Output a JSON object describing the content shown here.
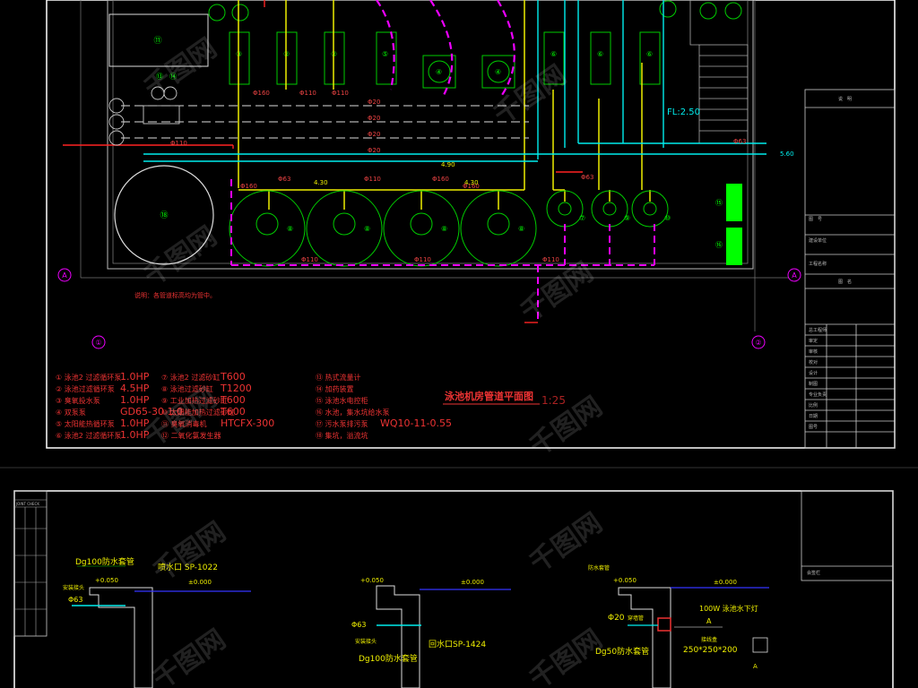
{
  "sheet1": {
    "title": "泳池机房管道平面图",
    "scale": "1:25",
    "note": "说明：各管道标高均为管中。",
    "level_label": "FL:2.50",
    "elevations": [
      "4.30",
      "4.90",
      "4.30",
      "5.60"
    ],
    "pipe_labels": [
      "Φ160",
      "Φ110",
      "Φ110",
      "Φ63",
      "Φ110",
      "Φ160",
      "Φ160",
      "Φ63",
      "Φ110",
      "Φ110",
      "Φ110",
      "Φ160",
      "Φ63",
      "Φ110",
      "Φ20",
      "Φ20",
      "Φ20",
      "Φ20"
    ],
    "legend": [
      {
        "n": "①",
        "text": "泳池2 过滤循环泵",
        "spec": "1.0HP"
      },
      {
        "n": "②",
        "text": "泳池过滤循环泵",
        "spec": "4.5HP"
      },
      {
        "n": "③",
        "text": "臭氧投水泵",
        "spec": "1.0HP"
      },
      {
        "n": "④",
        "text": "双泵泵",
        "spec": "GD65-30 1.0"
      },
      {
        "n": "⑤",
        "text": "太阳能热循环泵",
        "spec": "1.0HP"
      },
      {
        "n": "⑥",
        "text": "泳池2 过滤循环泵",
        "spec": "1.0HP"
      },
      {
        "n": "⑦",
        "text": "泳池2 过滤砂缸",
        "spec": "T600"
      },
      {
        "n": "⑧",
        "text": "泳池过滤砂缸",
        "spec": "T1200"
      },
      {
        "n": "⑨",
        "text": "工业加热过滤砂缸",
        "spec": "T600"
      },
      {
        "n": "⑩",
        "text": "太阳能加热过滤砂缸",
        "spec": "T600"
      },
      {
        "n": "⑪",
        "text": "臭氧消毒机",
        "spec": "HTCFX-300"
      },
      {
        "n": "⑫",
        "text": "二氧化氯发生器",
        "spec": ""
      },
      {
        "n": "⑬",
        "text": "热式流量计",
        "spec": ""
      },
      {
        "n": "⑭",
        "text": "加药装置",
        "spec": ""
      },
      {
        "n": "⑮",
        "text": "泳池水电控柜",
        "spec": ""
      },
      {
        "n": "⑯",
        "text": "水池，集水坑给水泵",
        "spec": ""
      },
      {
        "n": "⑰",
        "text": "污水泵排污泵",
        "spec": "WQ10-11-0.55"
      },
      {
        "n": "⑱",
        "text": "集坑，溢流坑",
        "spec": ""
      }
    ],
    "title_block": [
      "说　明",
      "图　号",
      "建设单位",
      "工程名称",
      "图　名",
      "总工程师",
      "审定",
      "审核",
      "校对",
      "设计",
      "制图",
      "专业负责",
      "比例",
      "日期",
      "图号"
    ],
    "axis": [
      "A",
      "A",
      "①",
      "②"
    ]
  },
  "sheet2": {
    "joint_check": "JOINT CHECK",
    "details": [
      {
        "label_top": "Dg100防水套管",
        "label_right": "喷水口 SP-1022",
        "level_top": "+0.050",
        "level_water": "±0.000",
        "pipe": "Φ63",
        "bottom": "安装接头"
      },
      {
        "level_top": "+0.050",
        "level_water": "±0.000",
        "pipe": "Φ63",
        "label_mid": "安装接头",
        "label_bottom": "Dg100防水套管",
        "label_right": "回水口SP-1424"
      },
      {
        "label_top": "防水套管",
        "level_top": "+0.050",
        "level_water": "±0.000",
        "pipe": "Φ20",
        "pipe_label": "穿墙管",
        "lamp": "100W 泳池水下灯",
        "section": "A",
        "box": "250*250*200",
        "box_label": "接线盒",
        "bottom": "Dg50防水套管",
        "section_b": "A"
      }
    ],
    "side_label": "会签栏"
  },
  "watermark": "千图网"
}
